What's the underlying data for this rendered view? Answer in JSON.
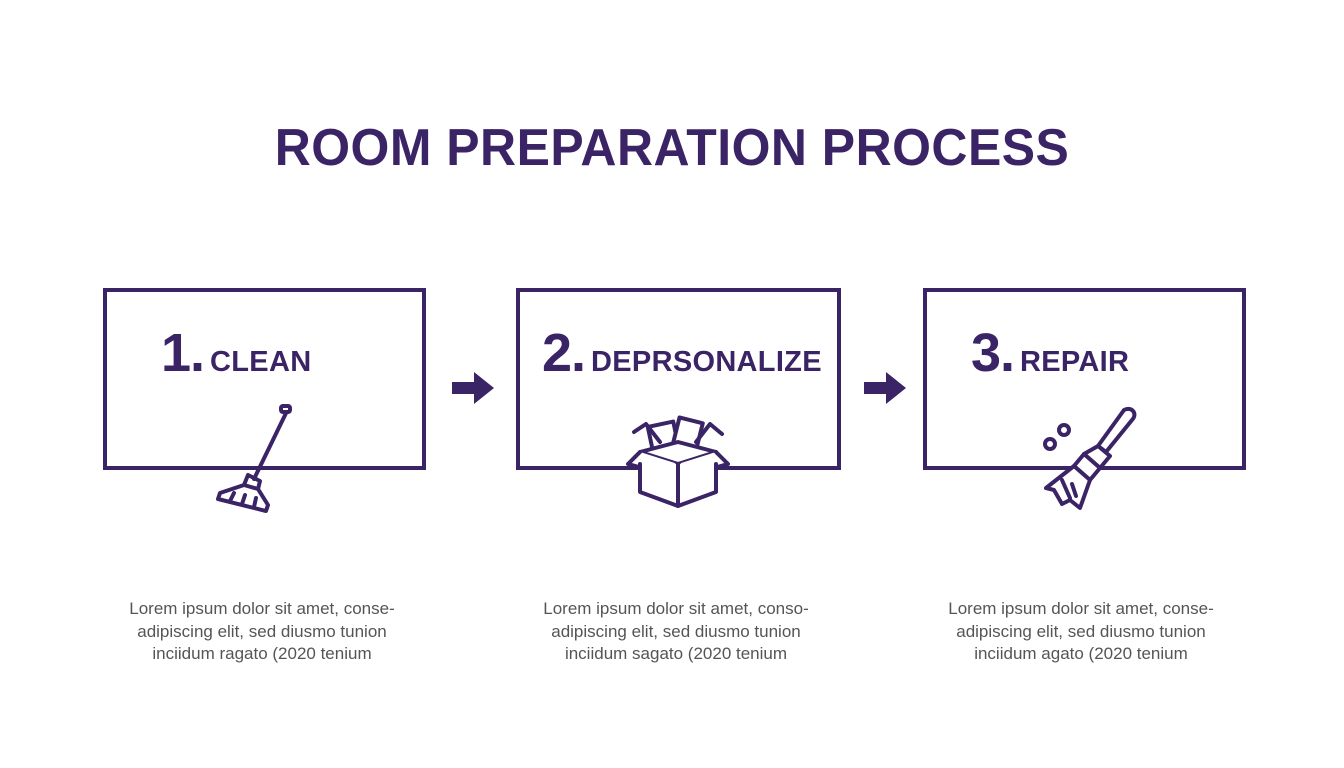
{
  "title": "ROOM PREPARATION PROCESS",
  "colors": {
    "primary": "#3b2466",
    "text_gray": "#555555",
    "background": "#ffffff"
  },
  "steps": [
    {
      "number": "1.",
      "label": "CLEAN",
      "icon": "mop-icon",
      "description": [
        "Lorem ipsum dolor sit amet, conse-",
        "adipiscing elit, sed diusmo tunion",
        "inciidum ragato (2020 tenium"
      ]
    },
    {
      "number": "2.",
      "label": "DEPRSONALIZE",
      "icon": "open-box-icon",
      "description": [
        "Lorem ipsum dolor sit amet, conso-",
        "adipiscing elit, sed diusmo tunion",
        "inciidum sagato (2020 tenium"
      ]
    },
    {
      "number": "3.",
      "label": "REPAIR",
      "icon": "paint-brush-icon",
      "description": [
        "Lorem ipsum dolor sit amet, conse-",
        "adipiscing elit, sed diusmo tunion",
        "inciidum agato (2020 tenium"
      ]
    }
  ],
  "connectors": [
    "arrow-right-icon",
    "arrow-right-icon"
  ]
}
